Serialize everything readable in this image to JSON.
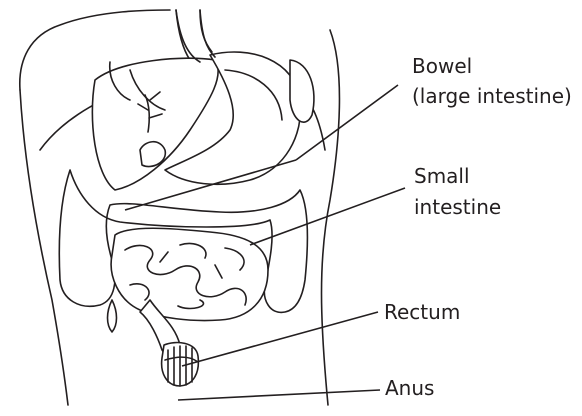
{
  "labels": {
    "bowel": "Bowel",
    "large_intestine": "(large intestine)",
    "small_intestine_line1": "Small",
    "small_intestine_line2": "intestine",
    "rectum": "Rectum",
    "anus": "Anus"
  },
  "colors": {
    "outline": "#231f20",
    "background": "#ffffff"
  }
}
